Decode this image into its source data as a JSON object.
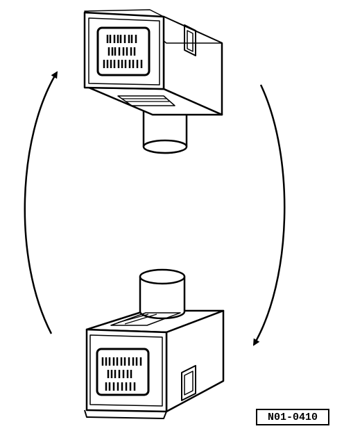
{
  "figure": {
    "reference_code": "N01-0410",
    "ink_color": "#000000",
    "paper_color": "#ffffff"
  },
  "elements": {
    "upper_component": "sensor-module-upright",
    "lower_component": "sensor-module-inverted",
    "left_arrow": "rotate-arrow-up",
    "right_arrow": "rotate-arrow-down"
  }
}
